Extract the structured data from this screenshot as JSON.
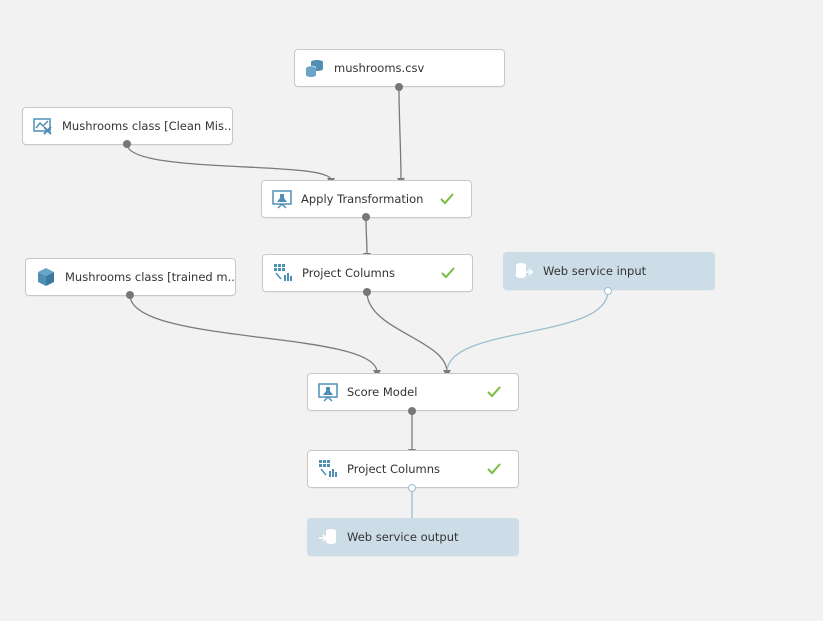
{
  "modules": {
    "mushrooms_csv": {
      "label": "mushrooms.csv",
      "icon": "dataset-icon"
    },
    "clean_missing": {
      "label": "Mushrooms class [Clean Mis...",
      "icon": "transform-icon"
    },
    "apply_transformation": {
      "label": "Apply Transformation",
      "icon": "experiment-icon",
      "status": "completed"
    },
    "project_columns_1": {
      "label": "Project Columns",
      "icon": "project-columns-icon",
      "status": "completed"
    },
    "trained_model": {
      "label": "Mushrooms class [trained m...",
      "icon": "trained-model-icon"
    },
    "web_service_input": {
      "label": "Web service input",
      "icon": "web-service-input-icon"
    },
    "score_model": {
      "label": "Score Model",
      "icon": "experiment-icon",
      "status": "completed"
    },
    "project_columns_2": {
      "label": "Project Columns",
      "icon": "project-columns-icon",
      "status": "completed"
    },
    "web_service_output": {
      "label": "Web service output",
      "icon": "web-service-output-icon"
    }
  },
  "colors": {
    "canvas_bg": "#f2f2f2",
    "module_bg": "#ffffff",
    "web_service_bg": "#ccdde7",
    "connector_dark": "#7a7a7a",
    "connector_web": "#9bbfd1",
    "check": "#7cbb41",
    "icon_blue": "#4f8fb5"
  }
}
